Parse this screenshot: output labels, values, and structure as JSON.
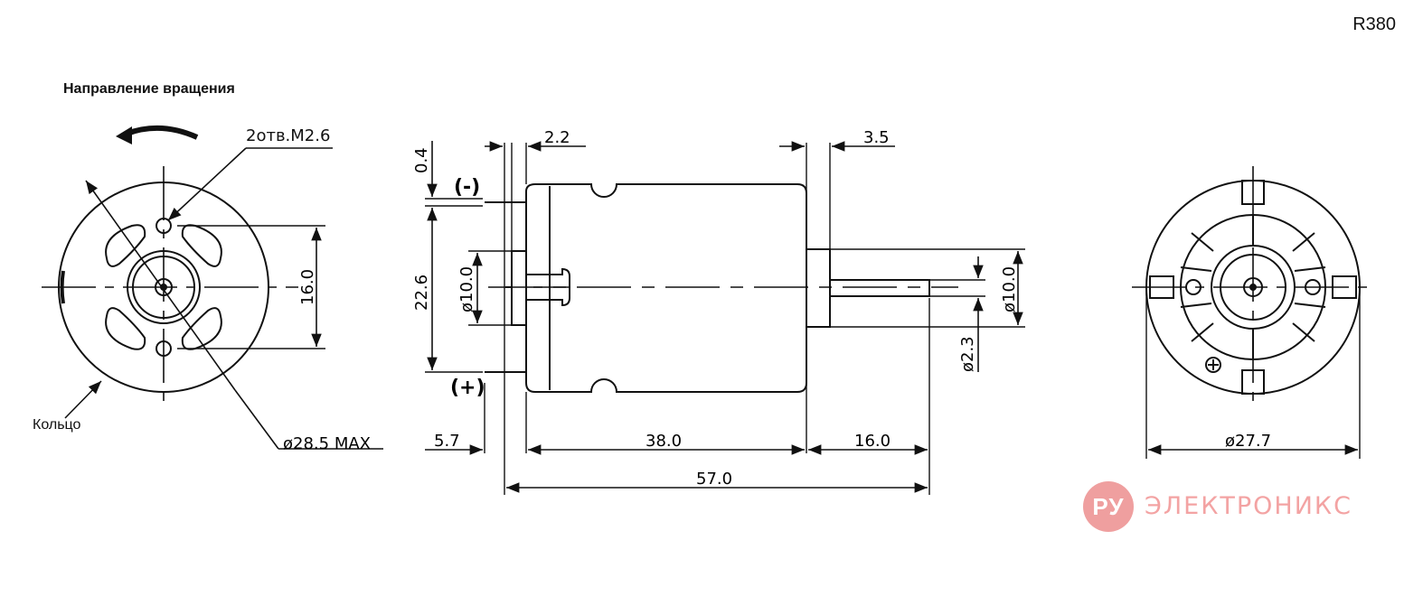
{
  "model": "R380",
  "rotation_title": "Направление вращения",
  "labels": {
    "holes": "2отв.M2.6",
    "ring": "Кольцо",
    "minus": "(-)",
    "plus": "(+)"
  },
  "dimensions": {
    "outer_diameter": "ø28.5 MAX",
    "hole_spacing": "16.0",
    "flange": "0.4",
    "terminal_pitch": "22.6",
    "boss_diameter_rear": "ø10.0",
    "rear_step": "2.2",
    "front_step": "3.5",
    "front_boss": "ø10.0",
    "shaft": "ø2.3",
    "terminal_length": "5.7",
    "body_length": "38.0",
    "shaft_length": "16.0",
    "total_length": "57.0",
    "rear_diameter": "ø27.7"
  },
  "logo": {
    "badge": "РУ",
    "text": "ЭЛЕКТРОНИКС",
    "color": "#ef9f9f"
  }
}
